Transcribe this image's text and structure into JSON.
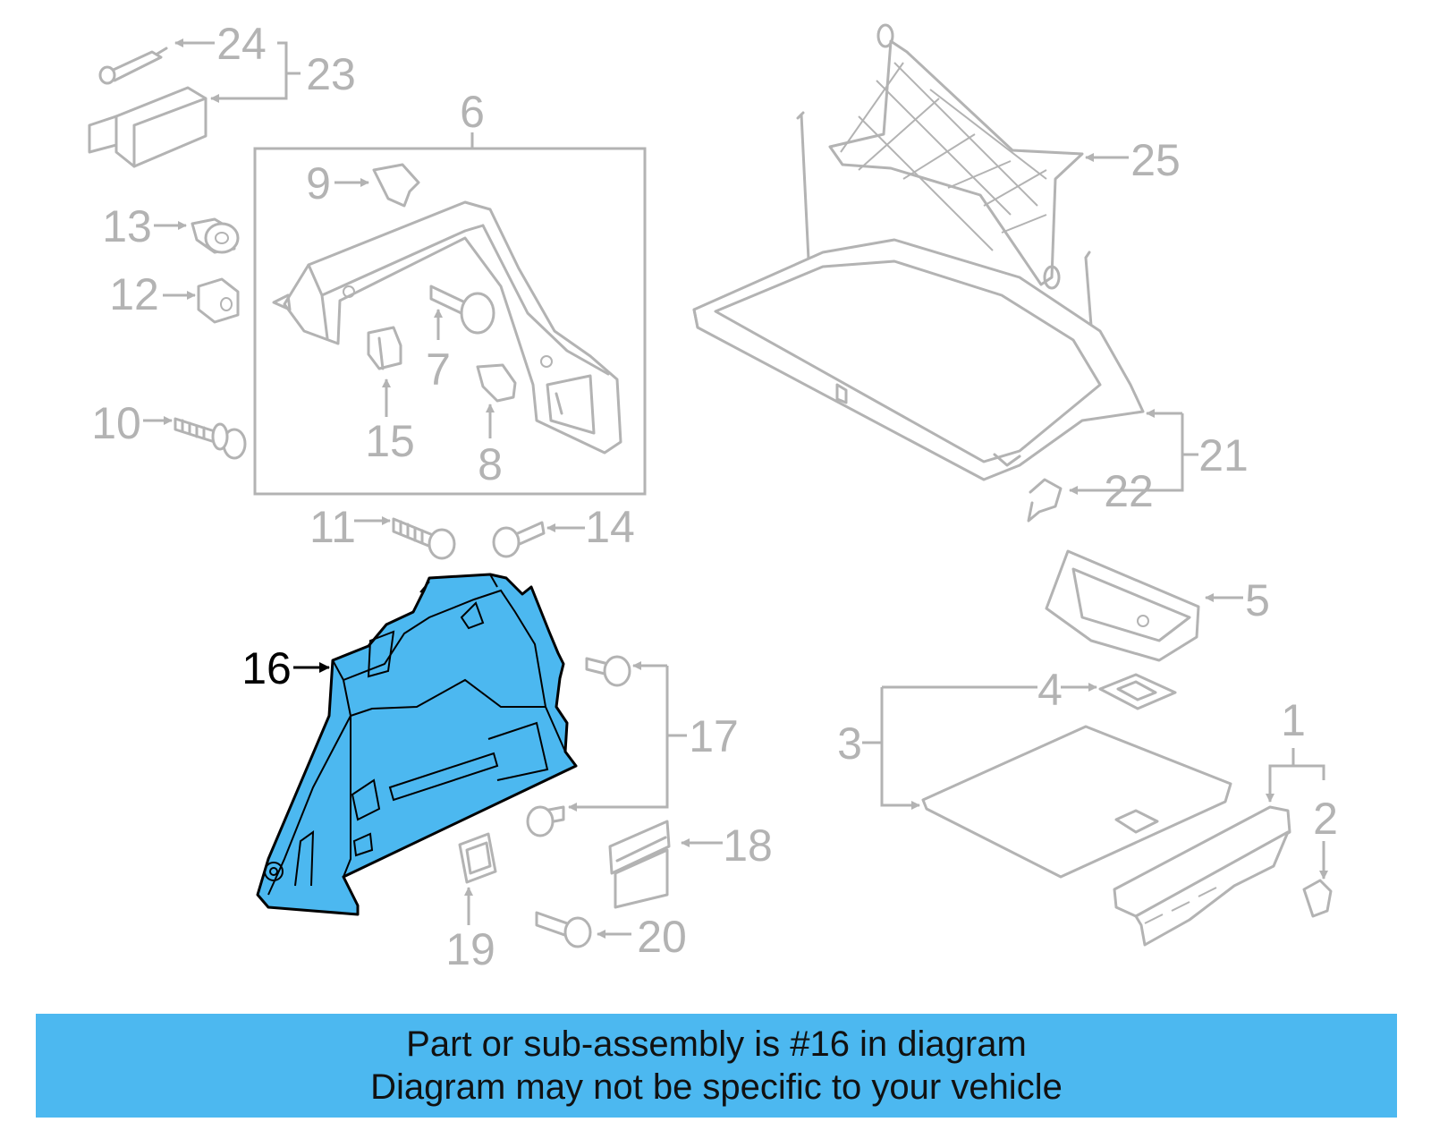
{
  "diagram": {
    "highlight_color": "#4cb8f0",
    "callouts": {
      "c1": "1",
      "c2": "2",
      "c3": "3",
      "c4": "4",
      "c5": "5",
      "c6": "6",
      "c7": "7",
      "c8": "8",
      "c9": "9",
      "c10": "10",
      "c11": "11",
      "c12": "12",
      "c13": "13",
      "c14": "14",
      "c15": "15",
      "c16": "16",
      "c17": "17",
      "c18": "18",
      "c19": "19",
      "c20": "20",
      "c21": "21",
      "c22": "22",
      "c23": "23",
      "c24": "24",
      "c25": "25"
    }
  },
  "banner": {
    "line1": "Part or sub-assembly is #16 in diagram",
    "line2": "Diagram may not be specific to your vehicle"
  }
}
